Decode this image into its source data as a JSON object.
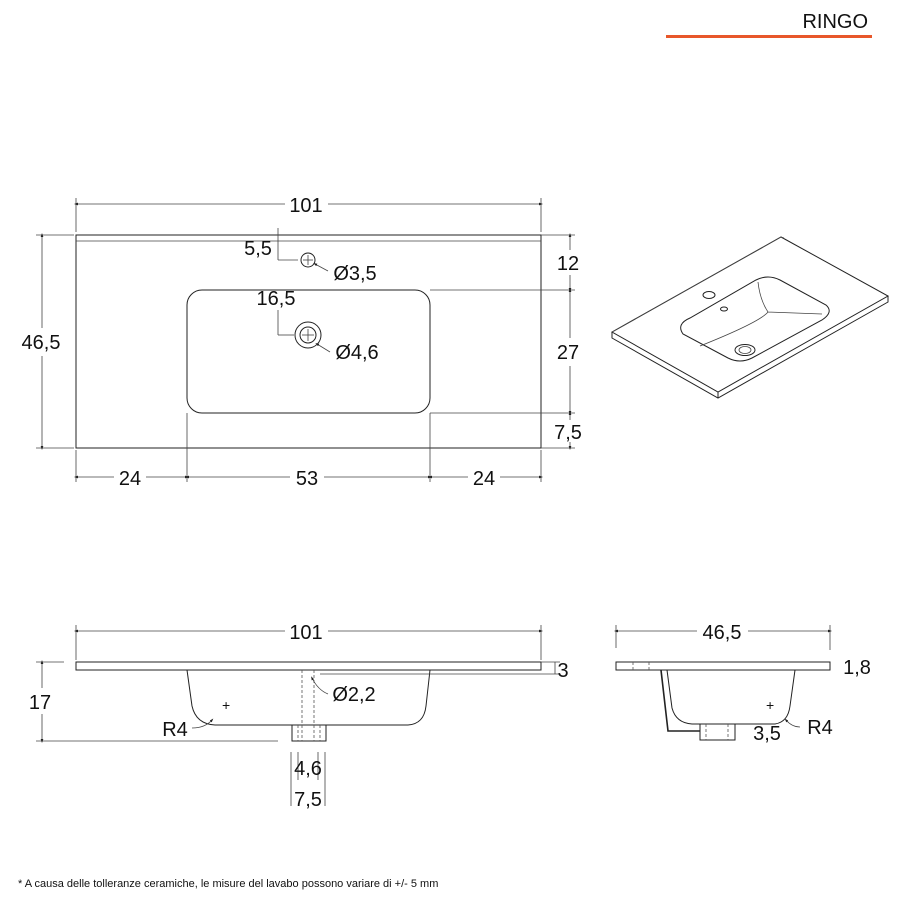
{
  "header": {
    "title": "RINGO",
    "accent_color": "#e8572a"
  },
  "top_view": {
    "width": "101",
    "depth": "46,5",
    "tap_offset": "5,5",
    "tap_hole": "Ø3,5",
    "drain_offset": "16,5",
    "drain_hole": "Ø4,6",
    "back_margin": "12",
    "basin_depth": "27",
    "front_margin": "7,5",
    "left_margin": "24",
    "basin_width": "53",
    "right_margin": "24"
  },
  "front_view": {
    "width": "101",
    "height": "17",
    "thickness": "3",
    "overflow_hole": "Ø2,2",
    "radius": "R4",
    "drain_inner": "4,6",
    "drain_outer": "7,5"
  },
  "side_view": {
    "depth": "46,5",
    "thickness": "1,8",
    "drain_height": "3,5",
    "radius": "R4"
  },
  "footnote": "* A causa delle tolleranze ceramiche, le misure del lavabo possono variare di +/- 5 mm"
}
